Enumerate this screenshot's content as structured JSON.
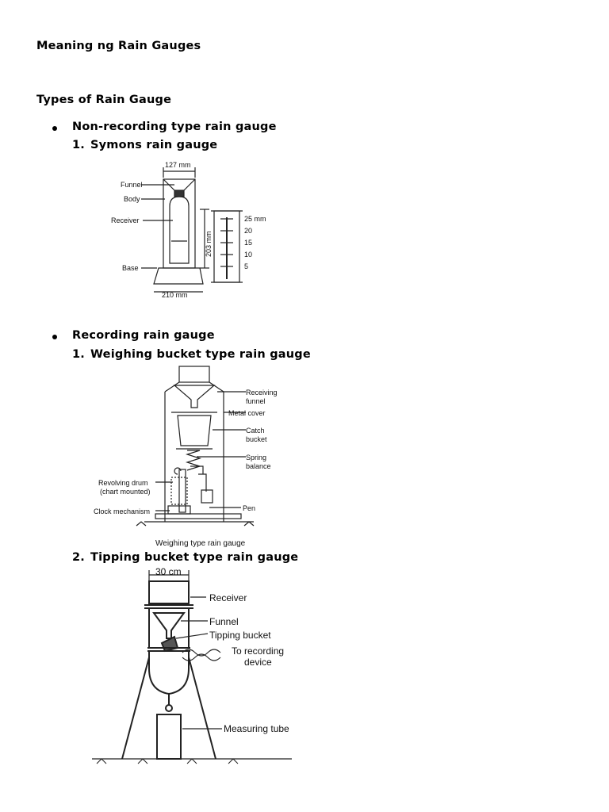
{
  "document": {
    "title": "Meaning ng Rain Gauges",
    "section_heading": "Types of Rain Gauge",
    "non_recording": {
      "label": "Non-recording type rain gauge",
      "items": [
        {
          "number": "1.",
          "label": "Symons rain gauge"
        }
      ],
      "figure": {
        "width_label": "127 mm",
        "parts": [
          "Funnel",
          "Body",
          "Receiver",
          "Base"
        ],
        "height_label": "203 mm",
        "base_label": "210 mm",
        "scale": [
          "25 mm",
          "20",
          "15",
          "10",
          "5"
        ]
      }
    },
    "recording": {
      "label": "Recording rain gauge",
      "items": [
        {
          "number": "1.",
          "label": "Weighing bucket type rain gauge"
        },
        {
          "number": "2.",
          "label": "Tipping bucket type rain gauge"
        }
      ],
      "weighing_figure": {
        "labels": [
          "Receiving",
          "funnel",
          "Metal cover",
          "Catch",
          "bucket",
          "Spring",
          "balance",
          "Revolving drum",
          "(chart mounted)",
          "Clock mechanism",
          "Pen"
        ],
        "caption": "Weighing type rain gauge"
      },
      "tipping_figure": {
        "width_label": "30 cm",
        "labels": [
          "Receiver",
          "Funnel",
          "Tipping bucket",
          "To recording",
          "device",
          "Measuring tube"
        ]
      }
    }
  }
}
